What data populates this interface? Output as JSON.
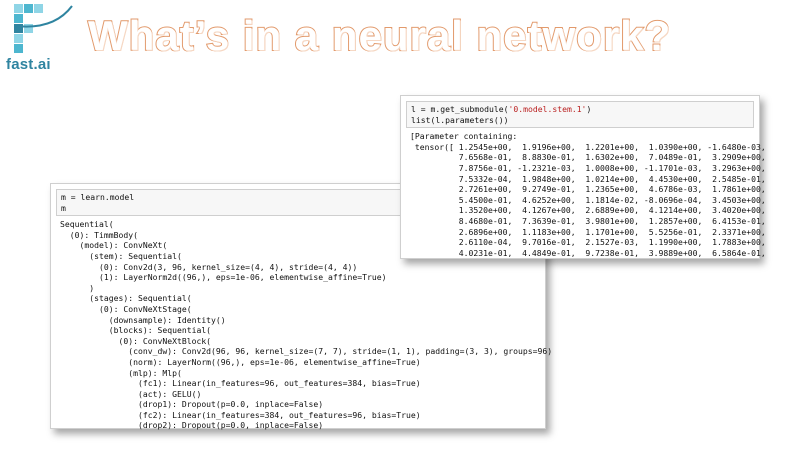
{
  "logo": {
    "text": "fast.ai",
    "colors": {
      "light": "#8fd5e6",
      "mid": "#4db6cf",
      "dark": "#2f84a0"
    }
  },
  "title": "What’s in a neural network?",
  "model_cell": {
    "input_lines": [
      "m = learn.model",
      "m"
    ],
    "output_lines": [
      "Sequential(",
      "  (0): TimmBody(",
      "    (model): ConvNeXt(",
      "      (stem): Sequential(",
      "        (0): Conv2d(3, 96, kernel_size=(4, 4), stride=(4, 4))",
      "        (1): LayerNorm2d((96,), eps=1e-06, elementwise_affine=True)",
      "      )",
      "      (stages): Sequential(",
      "        (0): ConvNeXtStage(",
      "          (downsample): Identity()",
      "          (blocks): Sequential(",
      "            (0): ConvNeXtBlock(",
      "              (conv_dw): Conv2d(96, 96, kernel_size=(7, 7), stride=(1, 1), padding=(3, 3), groups=96)",
      "              (norm): LayerNorm((96,), eps=1e-06, elementwise_affine=True)",
      "              (mlp): Mlp(",
      "                (fc1): Linear(in_features=96, out_features=384, bias=True)",
      "                (act): GELU()",
      "                (drop1): Dropout(p=0.0, inplace=False)",
      "                (fc2): Linear(in_features=384, out_features=96, bias=True)",
      "                (drop2): Dropout(p=0.0, inplace=False)"
    ]
  },
  "params_cell": {
    "input_line_1_prefix": "l = m.get_submodule(",
    "input_line_1_string": "'0.model.stem.1'",
    "input_line_1_suffix": ")",
    "input_line_2": "list(l.parameters())",
    "output_lines": [
      "[Parameter containing:",
      " tensor([ 1.2545e+00,  1.9196e+00,  1.2201e+00,  1.0390e+00, -1.6480e-03,",
      "          7.6568e-01,  8.8830e-01,  1.6302e+00,  7.0489e-01,  3.2909e+00,",
      "          7.8756e-01, -1.2321e-03,  1.0008e+00, -1.1701e-03,  3.2963e+00,",
      "          7.5332e-04,  1.9848e+00,  1.0214e+00,  4.4530e+00,  2.5485e-01,",
      "          2.7261e+00,  9.2749e-01,  1.2365e+00,  4.6786e-03,  1.7861e+00,",
      "          5.4500e-01,  4.6252e+00,  1.1814e-02, -8.0696e-04,  3.4503e+00,",
      "          1.3520e+00,  4.1267e+00,  2.6889e+00,  4.1214e+00,  3.4020e+00,",
      "          8.4680e-01,  7.3639e-01,  3.9801e+00,  1.2857e+00,  6.4153e-01,",
      "          2.6896e+00,  1.1183e+00,  1.1701e+00,  5.5256e-01,  2.3371e+00,",
      "          2.6110e-04,  9.7016e-01,  2.1527e-03,  1.1990e+00,  1.7883e+00,",
      "          4.0231e-01,  4.4849e-01,  9.7238e-01,  3.9889e+00,  6.5864e-01,"
    ]
  }
}
